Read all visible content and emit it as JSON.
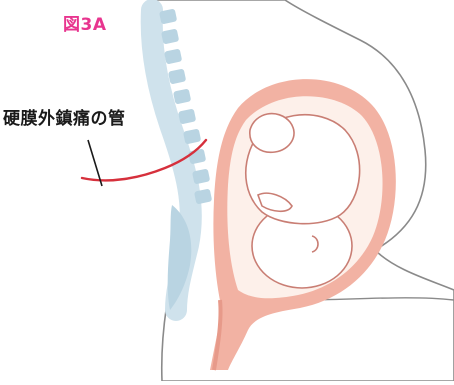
{
  "figure": {
    "label": "図3A",
    "callout": "硬膜外鎮痛の管"
  },
  "colors": {
    "skin_outline": "#8a8a8a",
    "body_fill": "#ffffff",
    "spine": "#b9d4e2",
    "uterus_wall": "#f2b2a3",
    "uterus_inner": "#fbe3dc",
    "amniotic": "#fdf0ea",
    "fetus_outline": "#c97e74",
    "fetus_fill": "#ffffff",
    "catheter": "#d6303c",
    "label_pink": "#e8358f"
  },
  "icons": [
    "vertebra-shape"
  ]
}
